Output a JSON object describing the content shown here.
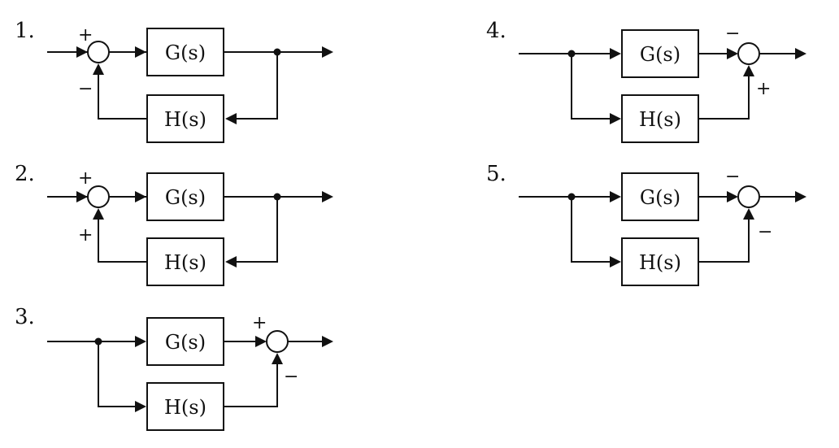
{
  "diagrams": [
    {
      "number": "1.",
      "forward_block": "G(s)",
      "feedback_block": "H(s)",
      "sign_top": "+",
      "sign_bottom": "−"
    },
    {
      "number": "2.",
      "forward_block": "G(s)",
      "feedback_block": "H(s)",
      "sign_top": "+",
      "sign_bottom": "+"
    },
    {
      "number": "3.",
      "forward_block": "G(s)",
      "parallel_block": "H(s)",
      "sign_top": "+",
      "sign_bottom": "−"
    },
    {
      "number": "4.",
      "forward_block": "G(s)",
      "parallel_block": "H(s)",
      "sign_top": "−",
      "sign_bottom": "+"
    },
    {
      "number": "5.",
      "forward_block": "G(s)",
      "parallel_block": "H(s)",
      "sign_top": "−",
      "sign_bottom": "−"
    }
  ]
}
